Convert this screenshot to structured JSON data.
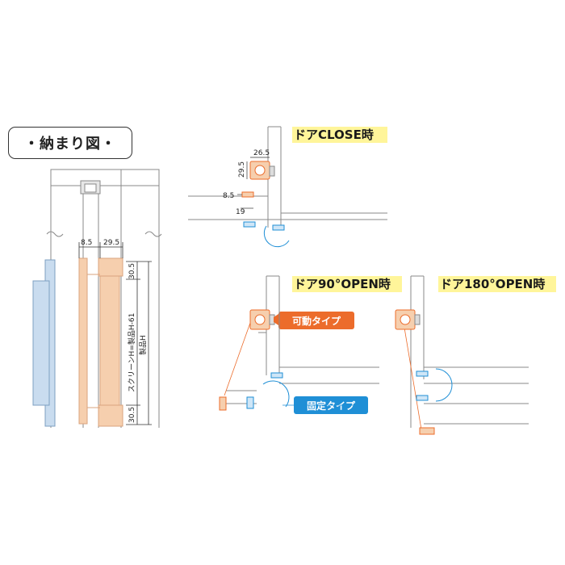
{
  "title": "・納まり図・",
  "views": {
    "close": "ドアCLOSE時",
    "open90": "ドア90°OPEN時",
    "open180": "ドア180°OPEN時"
  },
  "tags": {
    "movable": "可動タイプ",
    "fixed": "固定タイプ"
  },
  "dimensions": {
    "left_8_5": "8.5",
    "left_29_5": "29.5",
    "top_30_5": "30.5",
    "bottom_30_5": "30.5",
    "screen_h": "スクリーンH=製品H-61",
    "product_h": "製品H",
    "close_26_5": "26.5",
    "close_29_5": "29.5",
    "close_8_5": "8.5",
    "close_19": "19"
  },
  "colors": {
    "screen": "#f6cfae",
    "screen_stroke": "#d9a37d",
    "frame": "#c9dcef",
    "orange": "#ec6c2b",
    "blue": "#1f8fd6",
    "highlight": "#fff59a",
    "line": "#8a8a8a"
  }
}
